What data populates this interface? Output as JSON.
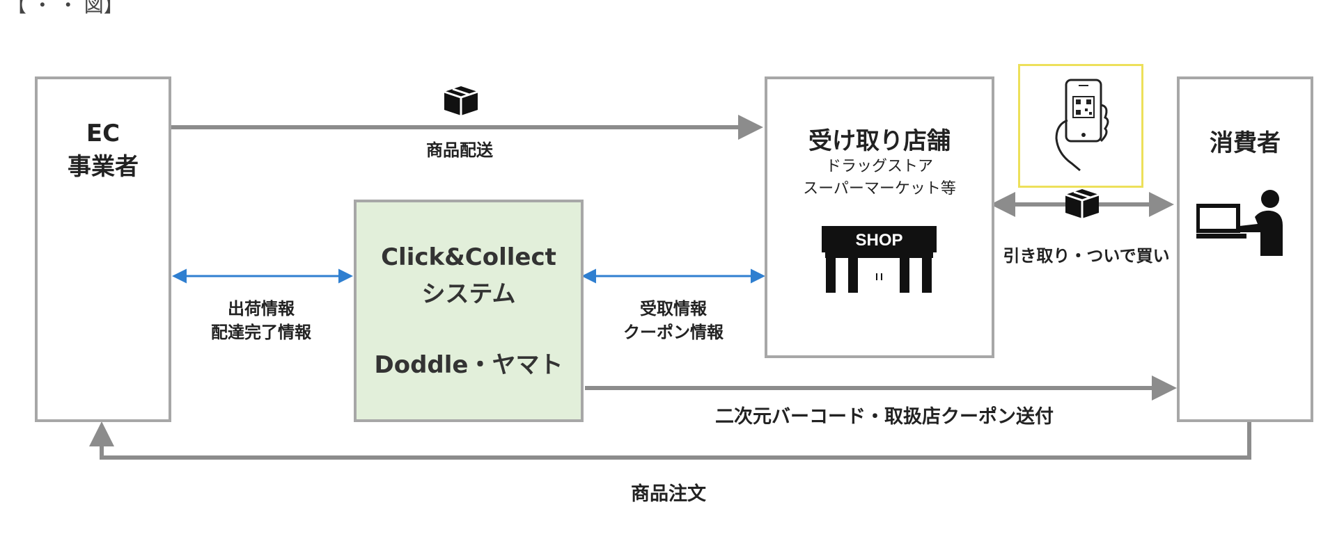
{
  "caption": "【 ・ ・ 図】",
  "ec": {
    "line1": "EC",
    "line2": "事業者"
  },
  "shipping_label": "商品配送",
  "system": {
    "line1": "Click&Collect",
    "line2": "システム",
    "line3": "Doddle・ヤマト"
  },
  "left_info": {
    "line1": "出荷情報",
    "line2": "配達完了情報"
  },
  "mid_info": {
    "line1": "受取情報",
    "line2": "クーポン情報"
  },
  "store": {
    "title": "受け取り店舗",
    "sub1": "ドラッグストア",
    "sub2": "スーパーマーケット等",
    "shop_sign": "SHOP"
  },
  "consumer": {
    "title": "消費者"
  },
  "pickup_label": "引き取り・ついで買い",
  "barcode_label": "二次元バーコード・取扱店クーポン送付",
  "order_label": "商品注文",
  "colors": {
    "box_border": "#a7a7a7",
    "arrow_gray": "#8c8c8c",
    "arrow_blue": "#2f7fd0",
    "system_fill": "#e2efda",
    "qr_border": "#ede05a"
  }
}
